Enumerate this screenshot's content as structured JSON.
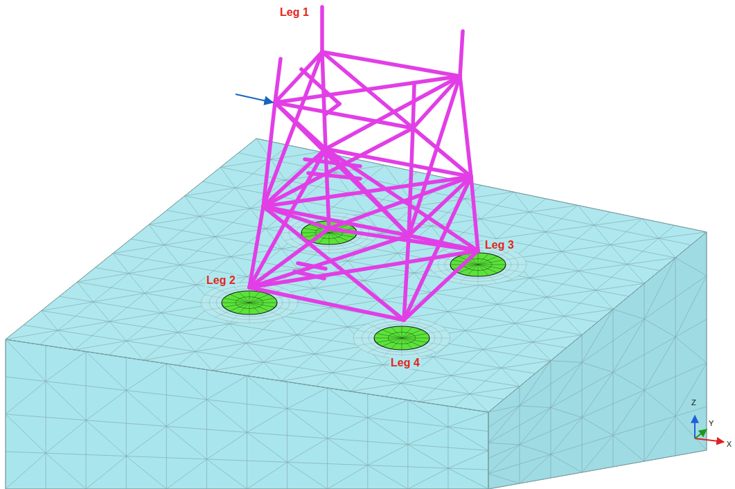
{
  "diagram": {
    "labels": [
      "Leg 1",
      "Leg 2",
      "Leg 3",
      "Leg 4",
      "Z",
      "Y",
      "X"
    ]
  }
}
